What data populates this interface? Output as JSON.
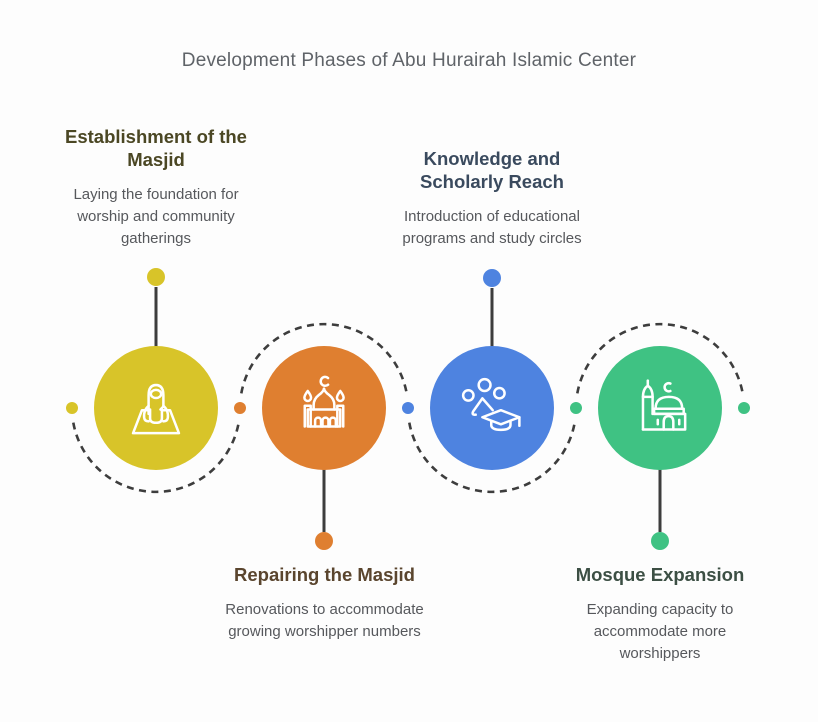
{
  "title": "Development Phases of Abu Hurairah Islamic Center",
  "colors": {
    "background": "#fdfdfd",
    "title_text": "#5f6368",
    "body_text": "#56585c",
    "connector": "#3d3d3d",
    "icon_stroke": "#ffffff",
    "end_dot": "#3fc283"
  },
  "phases": [
    {
      "name": "Establishment of the Masjid",
      "description": "Laying the foundation for worship and community gatherings",
      "color": "#d8c429",
      "heading_color": "#4b4724",
      "icon": "praying-woman-icon",
      "label_position": "top"
    },
    {
      "name": "Repairing the Masjid",
      "description": "Renovations to accommodate growing worshipper numbers",
      "color": "#df7f30",
      "heading_color": "#5a452e",
      "icon": "mosque-icon",
      "label_position": "bottom"
    },
    {
      "name": "Knowledge and Scholarly Reach",
      "description": "Introduction of educational programs and study circles",
      "color": "#4e83e0",
      "heading_color": "#3a4a5e",
      "icon": "graduation-people-icon",
      "label_position": "top"
    },
    {
      "name": "Mosque Expansion",
      "description": "Expanding capacity to accommodate more worshippers",
      "color": "#3fc283",
      "heading_color": "#3c4f44",
      "icon": "mosque-expansion-icon",
      "label_position": "bottom"
    }
  ]
}
